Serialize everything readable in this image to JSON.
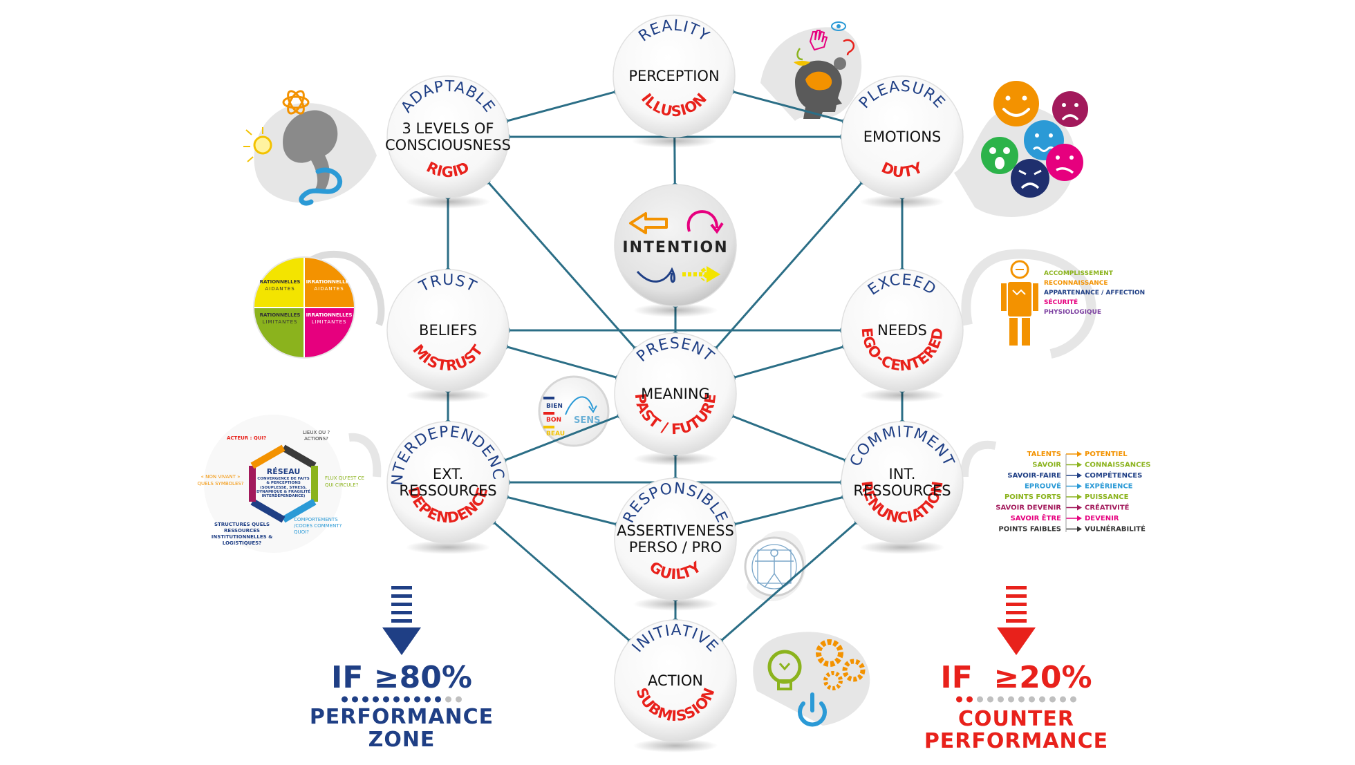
{
  "nodes": [
    {
      "id": "reality",
      "top": "REALITY",
      "middle": [
        "PERCEPTION"
      ],
      "bottom": "ILLUSION"
    },
    {
      "id": "adaptable",
      "top": "ADAPTABLE",
      "middle": [
        "3 LEVELS OF",
        "CONSCIOUSNESS"
      ],
      "bottom": "RIGID"
    },
    {
      "id": "pleasure",
      "top": "PLEASURE",
      "middle": [
        "EMOTIONS"
      ],
      "bottom": "DUTY"
    },
    {
      "id": "intention",
      "top": "",
      "middle": [
        "INTENTION"
      ],
      "bottom": ""
    },
    {
      "id": "trust",
      "top": "TRUST",
      "middle": [
        "BELIEFS"
      ],
      "bottom": "MISTRUST"
    },
    {
      "id": "exceed",
      "top": "EXCEED",
      "middle": [
        "NEEDS"
      ],
      "bottom": "EGO-CENTERED"
    },
    {
      "id": "present",
      "top": "PRESENT",
      "middle": [
        "MEANING"
      ],
      "bottom": "PAST / FUTURE"
    },
    {
      "id": "interdependence",
      "top": "INTERDEPENDENCE",
      "middle": [
        "EXT.",
        "RESSOURCES"
      ],
      "bottom": "DEPENDENCE"
    },
    {
      "id": "commitment",
      "top": "COMMITMENT",
      "middle": [
        "INT.",
        "RESSOURCES"
      ],
      "bottom": "RENUNCIATION"
    },
    {
      "id": "responsible",
      "top": "RESPONSIBLE",
      "middle": [
        "ASSERTIVENESS",
        "PERSO / PRO"
      ],
      "bottom": "GUILTY"
    },
    {
      "id": "initiative",
      "top": "INITIATIVE",
      "middle": [
        "ACTION"
      ],
      "bottom": "SUBMISSION"
    }
  ],
  "beliefs_quadrant": [
    "RATIONNELLES",
    "AIDANTES",
    "IRRATIONNELLES",
    "AIDANTES",
    "RATIONNELLES",
    "LIMITANTES",
    "IRRATIONNELLES",
    "LIMITANTES"
  ],
  "needs_pyramid": [
    "ACCOMPLISSEMENT",
    "RECONNAISSANCE",
    "APPARTENANCE / AFFECTION",
    "SÉCURITÉ",
    "PHYSIOLOGIQUE"
  ],
  "sens_icon": {
    "words": [
      "BIEN",
      "BON",
      "BEAU"
    ],
    "label": "SENS"
  },
  "network": {
    "title": "RÉSEAU",
    "center": "CONVERGENCE DE FAITS & PERCEPTIONS (SOUPLESSE, STRESS, DYNAMIQUE & FRAGILITÉ INTERDÉPENDANCE)",
    "acteur": "ACTEUR : QUI?",
    "lieux": "LIEUX OÙ ? ACTIONS?",
    "non_vivant": "« NON VIVANT » QUELS SYMBOLES?",
    "flux": "FLUX QU'EST CE QUI CIRCULE?",
    "structures": "STRUCTURES QUELS RESSOURCES INSTITUTIONNELLES & LOGISTIQUES?",
    "comportements": "COMPORTEMENTS /CODES COMMENT? QUOI?"
  },
  "resources_list": {
    "left": [
      "TALENTS",
      "SAVOIR",
      "SAVOIR-FAIRE",
      "EPROUVÉ",
      "POINTS FORTS",
      "SAVOIR DEVENIR",
      "SAVOIR ÊTRE",
      "POINTS FAIBLES"
    ],
    "right": [
      "POTENTIEL",
      "CONNAISSANCES",
      "COMPÉTENCES",
      "EXPÉRIENCE",
      "PUISSANCE",
      "CRÉATIVITÉ",
      "DEVENIR",
      "VULNÉRABILITÉ"
    ],
    "colors": [
      "#f39200",
      "#8bb31d",
      "#1f3f85",
      "#2b9ad6",
      "#8bb31d",
      "#a2195b",
      "#e6007e",
      "#333333"
    ]
  },
  "left_zone": {
    "value": "IF ≥80%",
    "label1": "PERFORMANCE",
    "label2": "ZONE",
    "color": "#1f3f85",
    "dots_active": 10,
    "dots_total": 12
  },
  "right_zone": {
    "value": "IF  ≥20%",
    "label1": "COUNTER",
    "label2": "PERFORMANCE",
    "color": "#e8211b",
    "dots_active": 2,
    "dots_total": 12
  },
  "colors": {
    "line": "#2b6e86",
    "blue": "#1f3f85",
    "red": "#e8211b",
    "grey": "#d9d9d9"
  }
}
